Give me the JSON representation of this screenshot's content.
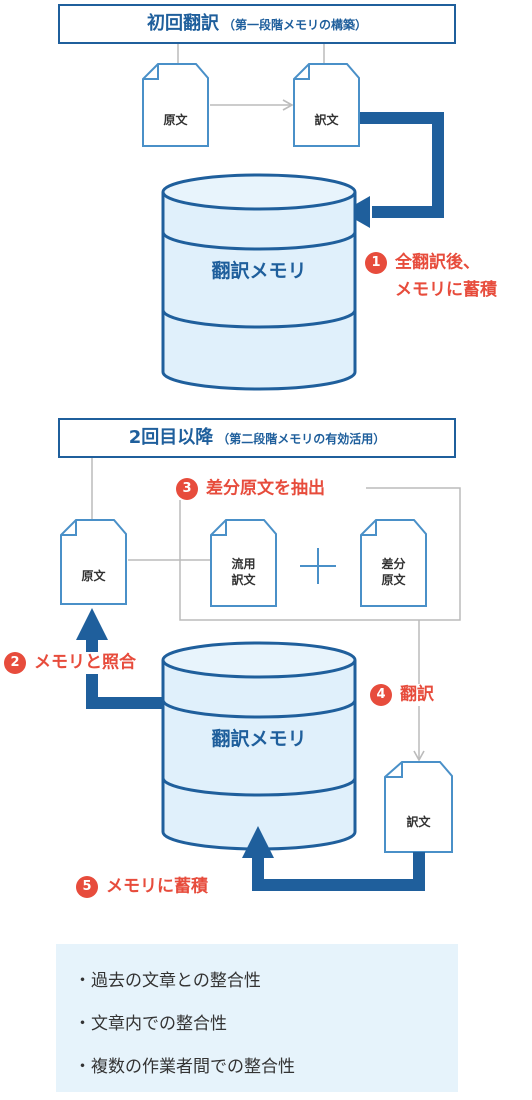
{
  "section1": {
    "title": "初回翻訳",
    "subtitle": "（第一段階メモリの構築）",
    "source_doc": "原文",
    "target_doc": "訳文",
    "memory_label": "翻訳メモリ",
    "step1": {
      "number": "1",
      "line1": "全翻訳後、",
      "line2": "メモリに蓄積"
    }
  },
  "section2": {
    "title": "2回目以降",
    "subtitle": "（第二段階メモリの有効活用）",
    "source_doc": "原文",
    "reuse_doc": "流用\n訳文",
    "diff_doc": "差分\n原文",
    "target_doc": "訳文",
    "memory_label": "翻訳メモリ",
    "step2": {
      "number": "2",
      "label": "メモリと照合"
    },
    "step3": {
      "number": "3",
      "label": "差分原文を抽出"
    },
    "step4": {
      "number": "4",
      "label": "翻訳"
    },
    "step5": {
      "number": "5",
      "label": "メモリに蓄積"
    }
  },
  "notes": [
    "・過去の文章との整合性",
    "・文章内での整合性",
    "・複数の作業者間での整合性"
  ],
  "colors": {
    "accent": "#1f5f9c",
    "step": "#e74c3c",
    "doc_border": "#4a90c8",
    "db_fill": "#e0f0fb",
    "note_bg": "#e6f3fb"
  }
}
